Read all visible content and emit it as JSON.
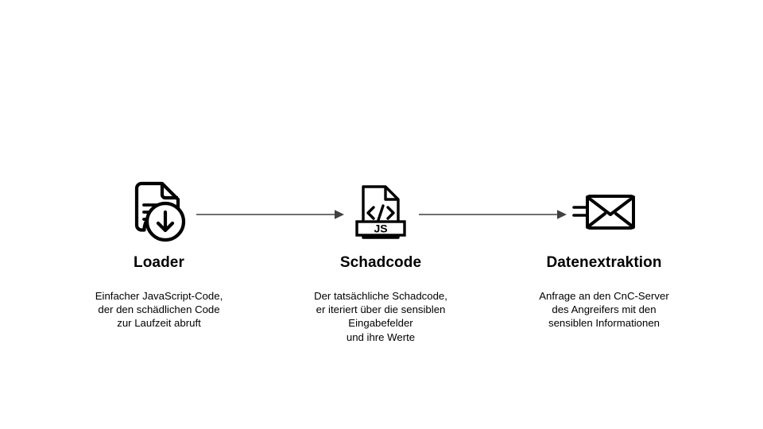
{
  "diagram": {
    "background_color": "#ffffff",
    "text_color": "#000000",
    "arrow_color": "#404040",
    "stages": [
      {
        "id": "loader",
        "icon": "document-download-icon",
        "title": "Loader",
        "description": "Einfacher JavaScript-Code,\nder den schädlichen Code\nzur Laufzeit abruft"
      },
      {
        "id": "schadcode",
        "icon": "js-file-code-icon",
        "title": "Schadcode",
        "description": "Der tatsächliche Schadcode,\ner iteriert über die sensiblen\nEingabefelder\nund ihre Werte"
      },
      {
        "id": "datenextraktion",
        "icon": "send-envelope-icon",
        "title": "Datenextraktion",
        "description": "Anfrage an den CnC-Server\ndes Angreifers mit den\nsensiblen Informationen"
      }
    ],
    "connectors": [
      {
        "id": "arrow-loader-to-schadcode",
        "from": "loader",
        "to": "schadcode",
        "style": "solid-arrow-right"
      },
      {
        "id": "arrow-schadcode-to-datenextraktion",
        "from": "schadcode",
        "to": "datenextraktion",
        "style": "solid-arrow-right"
      }
    ],
    "icon_labels": {
      "js_badge": "JS"
    }
  }
}
